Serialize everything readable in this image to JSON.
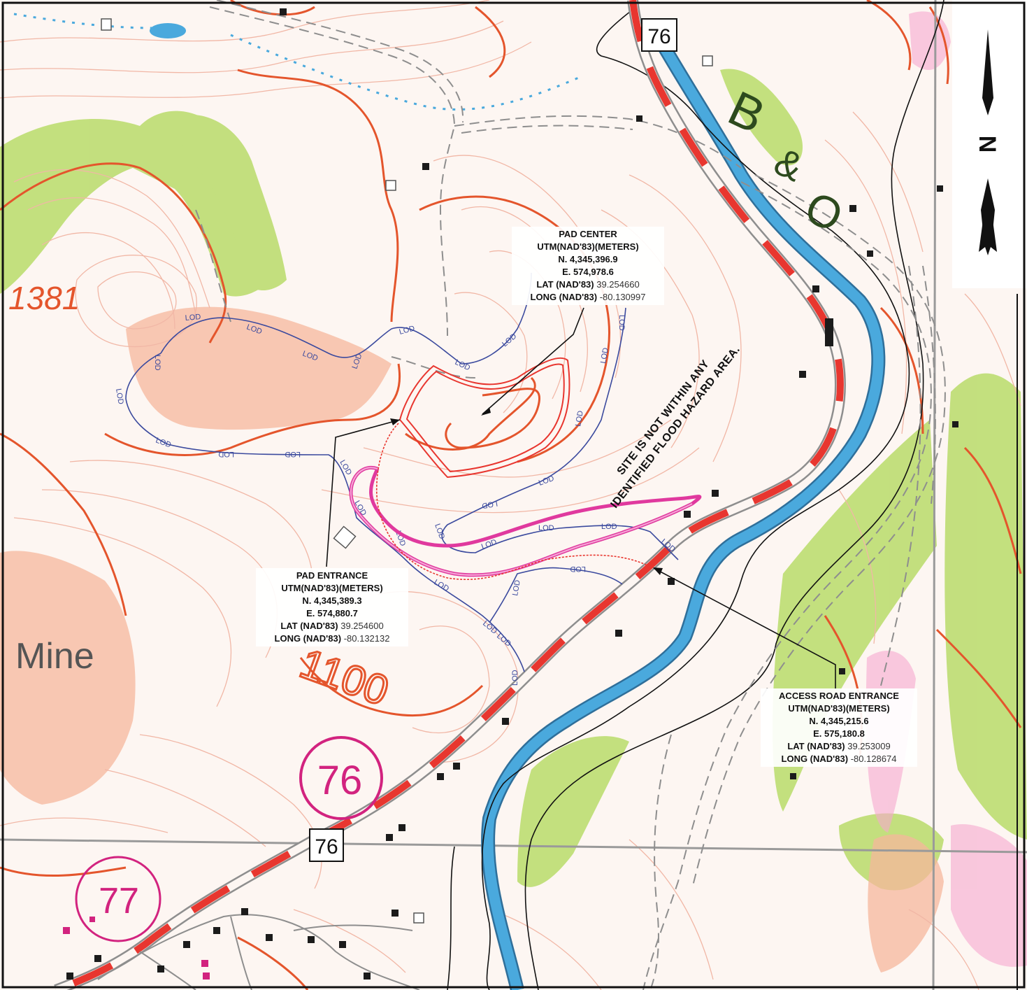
{
  "map": {
    "colors": {
      "contour": "#f1b7a6",
      "index_contour": "#e4552c",
      "road": "#8e8e8e",
      "highway": "#e8362f",
      "river": "#4aa9dd",
      "vegetation": "#b9dc6a",
      "urban": "#f07b52",
      "lod": "#3b4a9e",
      "pad": "#e8362f",
      "access_road": "#e0399e",
      "grid": "#9a9a9a"
    },
    "labels": {
      "elev_1381": "1381",
      "elev_1100": "1100",
      "mine": "Mine",
      "railroad": [
        "B",
        "&",
        "O"
      ],
      "route_top": "76",
      "route_circle": "76",
      "route_bottom": "76",
      "route_77": "77",
      "north": "N",
      "lod": "LOD"
    },
    "flood_note": {
      "line1": "SITE IS NOT WITHIN ANY",
      "line2": "IDENTIFIED FLOOD HAZARD AREA."
    },
    "pad_center": {
      "title": "PAD CENTER",
      "datum": "UTM(NAD'83)(METERS)",
      "northing": "N. 4,345,396.9",
      "easting": "E. 574,978.6",
      "lat_label": "LAT (NAD'83)",
      "lat_value": "39.254660",
      "long_label": "LONG (NAD'83)",
      "long_value": "-80.130997"
    },
    "pad_entrance": {
      "title": "PAD ENTRANCE",
      "datum": "UTM(NAD'83)(METERS)",
      "northing": "N. 4,345,389.3",
      "easting": "E. 574,880.7",
      "lat_label": "LAT (NAD'83)",
      "lat_value": "39.254600",
      "long_label": "LONG (NAD'83)",
      "long_value": "-80.132132"
    },
    "access_road_entrance": {
      "title": "ACCESS ROAD ENTRANCE",
      "datum": "UTM(NAD'83)(METERS)",
      "northing": "N. 4,345,215.6",
      "easting": "E. 575,180.8",
      "lat_label": "LAT (NAD'83)",
      "lat_value": "39.253009",
      "long_label": "LONG (NAD'83)",
      "long_value": "-80.128674"
    }
  }
}
